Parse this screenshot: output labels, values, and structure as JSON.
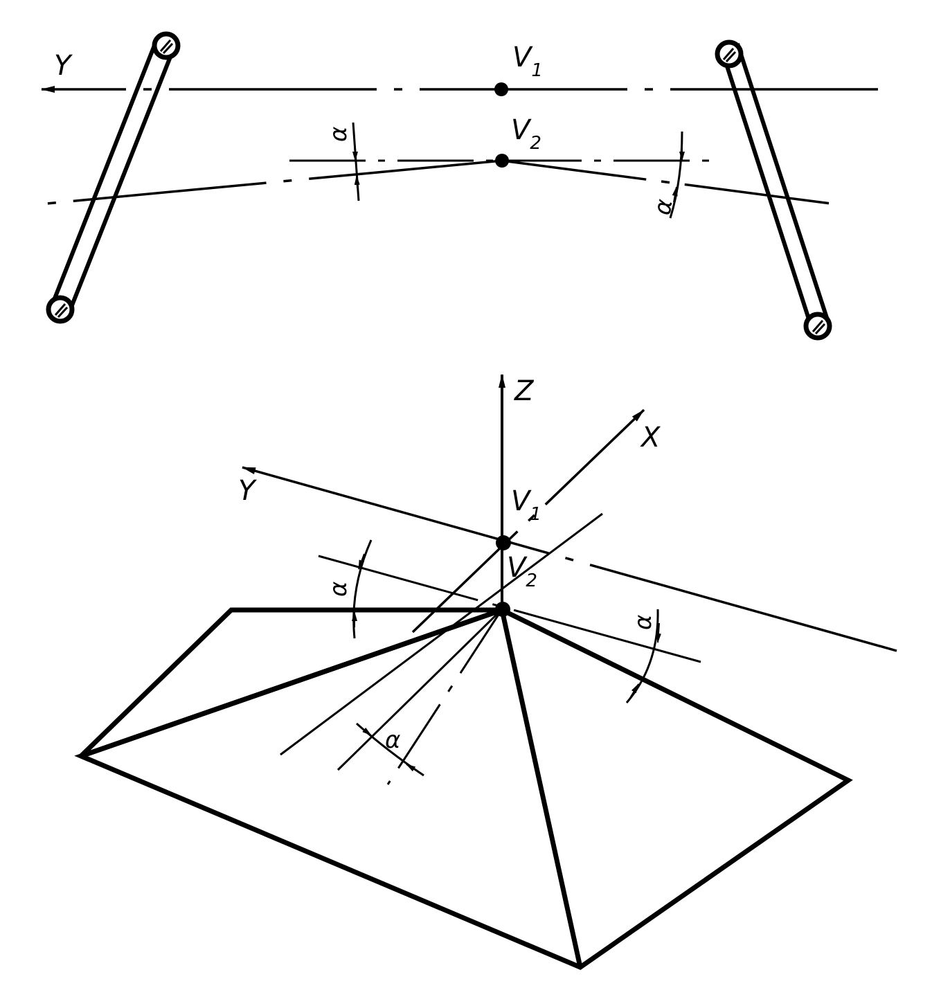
{
  "diagram": {
    "top_view": {
      "axis_y": "Y",
      "point_v1": {
        "letter": "V",
        "sub": "1"
      },
      "point_v2": {
        "letter": "V",
        "sub": "2"
      },
      "angle_left": "α",
      "angle_right": "α"
    },
    "iso_view": {
      "axis_z": "Z",
      "axis_x": "X",
      "axis_y": "Y",
      "point_v1": {
        "letter": "V",
        "sub": "1"
      },
      "point_v2": {
        "letter": "V",
        "sub": "2"
      },
      "angle_left": "α",
      "angle_right": "α",
      "angle_bottom": "α"
    }
  }
}
